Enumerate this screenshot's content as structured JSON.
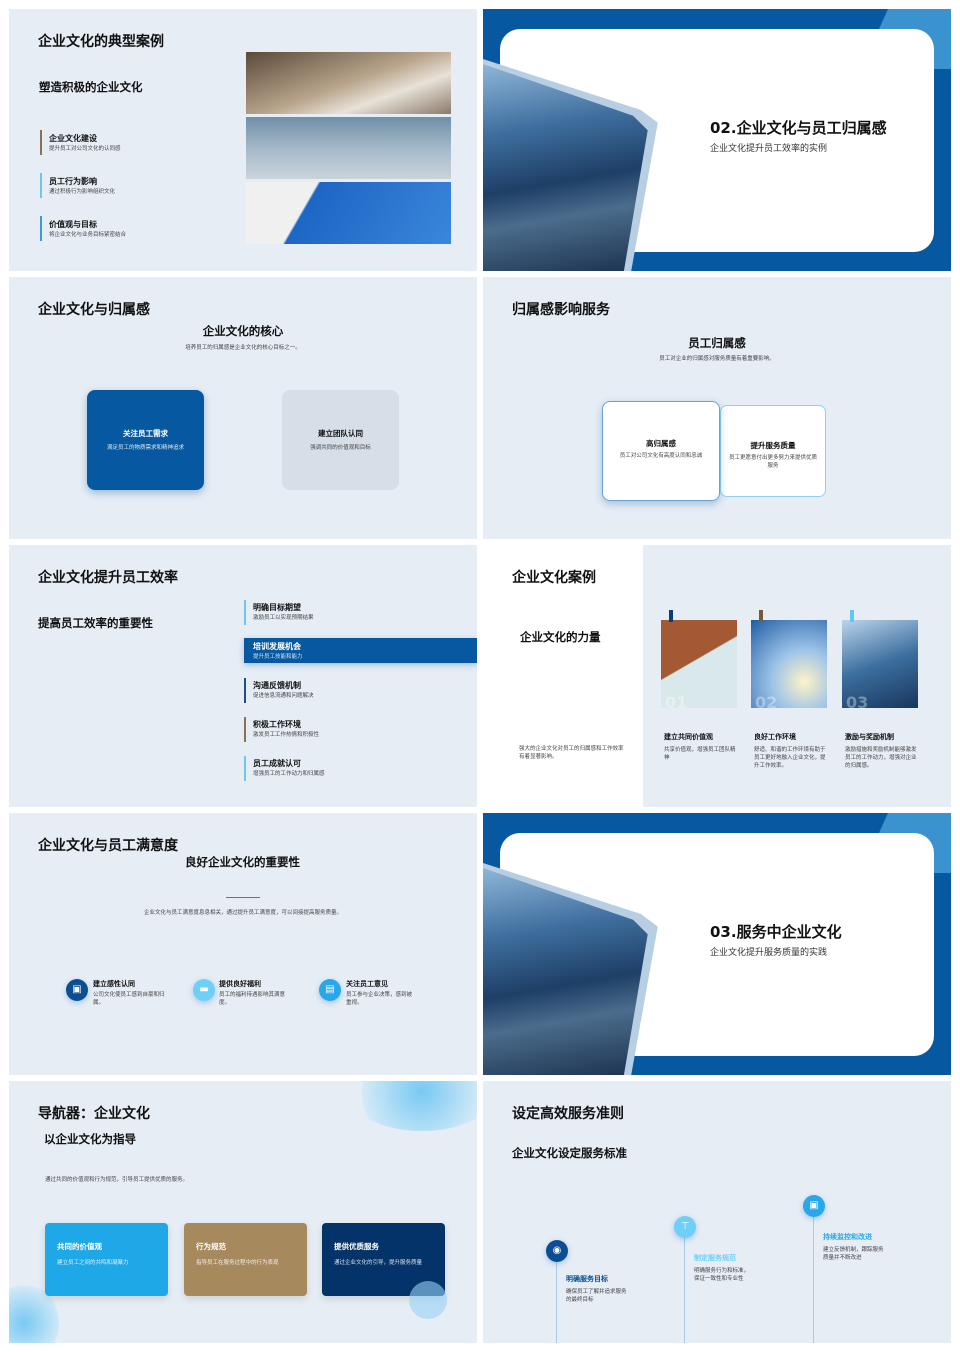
{
  "slide1": {
    "title": "企业文化的典型案例",
    "subtitle": "塑造积极的企业文化",
    "items": [
      {
        "label": "企业文化建设",
        "desc": "提升员工对公司文化的认同感",
        "color": "#8a7152"
      },
      {
        "label": "员工行为影响",
        "desc": "通过积极行为影响组织文化",
        "color": "#6ec6f0"
      },
      {
        "label": "价值观与目标",
        "desc": "将企业文化与业务目标紧密结合",
        "color": "#3a9ad9"
      }
    ]
  },
  "slide2": {
    "title": "02.企业文化与员工归属感",
    "subtitle": "企业文化提升员工效率的实例"
  },
  "slide3": {
    "title": "企业文化与归属感",
    "heading": "企业文化的核心",
    "desc": "培养员工的归属感是企业文化的核心目标之一。",
    "cards": [
      {
        "label": "关注员工需求",
        "desc": "满足员工的物质需求和精神追求"
      },
      {
        "label": "建立团队认同",
        "desc": "强调共同的价值观和目标"
      }
    ]
  },
  "slide4": {
    "title": "归属感影响服务",
    "heading": "员工归属感",
    "desc": "员工对企业的归属感对服务质量有着重要影响。",
    "cards": [
      {
        "label": "高归属感",
        "desc": "员工对公司文化有高度认同和忠诚"
      },
      {
        "label": "提升服务质量",
        "desc": "员工更愿意付出更多努力来提供优质服务"
      }
    ]
  },
  "slide5": {
    "title": "企业文化提升员工效率",
    "subtitle": "提高员工效率的重要性",
    "items": [
      {
        "label": "明确目标期望",
        "desc": "激励员工以实现预期结果",
        "color": "#6ec6f0"
      },
      {
        "label": "培训发展机会",
        "desc": "提升员工技能和能力",
        "color": "#0659a0"
      },
      {
        "label": "沟通反馈机制",
        "desc": "促进信息流通和问题解决",
        "color": "#1e4e86"
      },
      {
        "label": "积极工作环境",
        "desc": "激发员工工作热情和积极性",
        "color": "#8a7152"
      },
      {
        "label": "员工成就认可",
        "desc": "增强员工的工作动力和归属感",
        "color": "#6ec6f0"
      }
    ]
  },
  "slide6": {
    "title": "企业文化案例",
    "subtitle": "企业文化的力量",
    "desc": "强大的企业文化对员工的归属感和工作效率有着显著影响。",
    "cases": [
      {
        "num": "01",
        "label": "建立共同价值观",
        "desc": "共享价值观，增强员工团队精神",
        "tab": "#0b3d7a"
      },
      {
        "num": "02",
        "label": "良好工作环境",
        "desc": "舒适、和谐的工作环境有助于员工更好地融入企业文化，提升工作效率。",
        "tab": "#7a5a34"
      },
      {
        "num": "03",
        "label": "激励与奖励机制",
        "desc": "激励措施和奖励机制能够激发员工的工作动力，增强对企业的归属感。",
        "tab": "#5cc8f5"
      }
    ]
  },
  "slide7": {
    "title": "企业文化与员工满意度",
    "heading": "良好企业文化的重要性",
    "desc": "企业文化与员工满意度息息相关，通过提升员工满意度，可以间接提高服务质量。",
    "items": [
      {
        "label": "建立感性认同",
        "desc": "公司文化使员工感到自豪和归属。",
        "icon": "image-icon",
        "color": "#0b4f92"
      },
      {
        "label": "提供良好福利",
        "desc": "员工的福利待遇影响其满意度。",
        "icon": "sofa-icon",
        "color": "#6fd0f7"
      },
      {
        "label": "关注员工意见",
        "desc": "员工参与企业决策，感到被重视。",
        "icon": "briefcase-icon",
        "color": "#28a8e8"
      }
    ]
  },
  "slide8": {
    "title": "03.服务中企业文化",
    "subtitle": "企业文化提升服务质量的实践"
  },
  "slide9": {
    "title": "导航器：企业文化",
    "subtitle": "以企业文化为指导",
    "desc": "通过共同的价值观和行为规范，引导员工提供优质的服务。",
    "cards": [
      {
        "label": "共同的价值观",
        "desc": "建立员工之间的共鸣和凝聚力",
        "color": "#1fa8e8"
      },
      {
        "label": "行为规范",
        "desc": "指导员工在服务过程中的行为表现",
        "color": "#a68a5e"
      },
      {
        "label": "提供优质服务",
        "desc": "通过企业文化的引导，提升服务质量",
        "color": "#04336a"
      }
    ]
  },
  "slide10": {
    "title": "设定高效服务准则",
    "subtitle": "企业文化设定服务标准",
    "steps": [
      {
        "label": "明确服务目标",
        "desc": "确保员工了解并追求服务的最终目标",
        "color": "#0b4f92",
        "icon": "target-icon"
      },
      {
        "label": "制定服务规范",
        "desc": "明确服务行为和标准，保证一致性和专业性",
        "color": "#6fd0f7",
        "icon": "org-chart-icon"
      },
      {
        "label": "持续监控和改进",
        "desc": "建立反馈机制，跟踪服务质量并不断改进",
        "color": "#28a8e8",
        "icon": "image-icon"
      }
    ]
  }
}
